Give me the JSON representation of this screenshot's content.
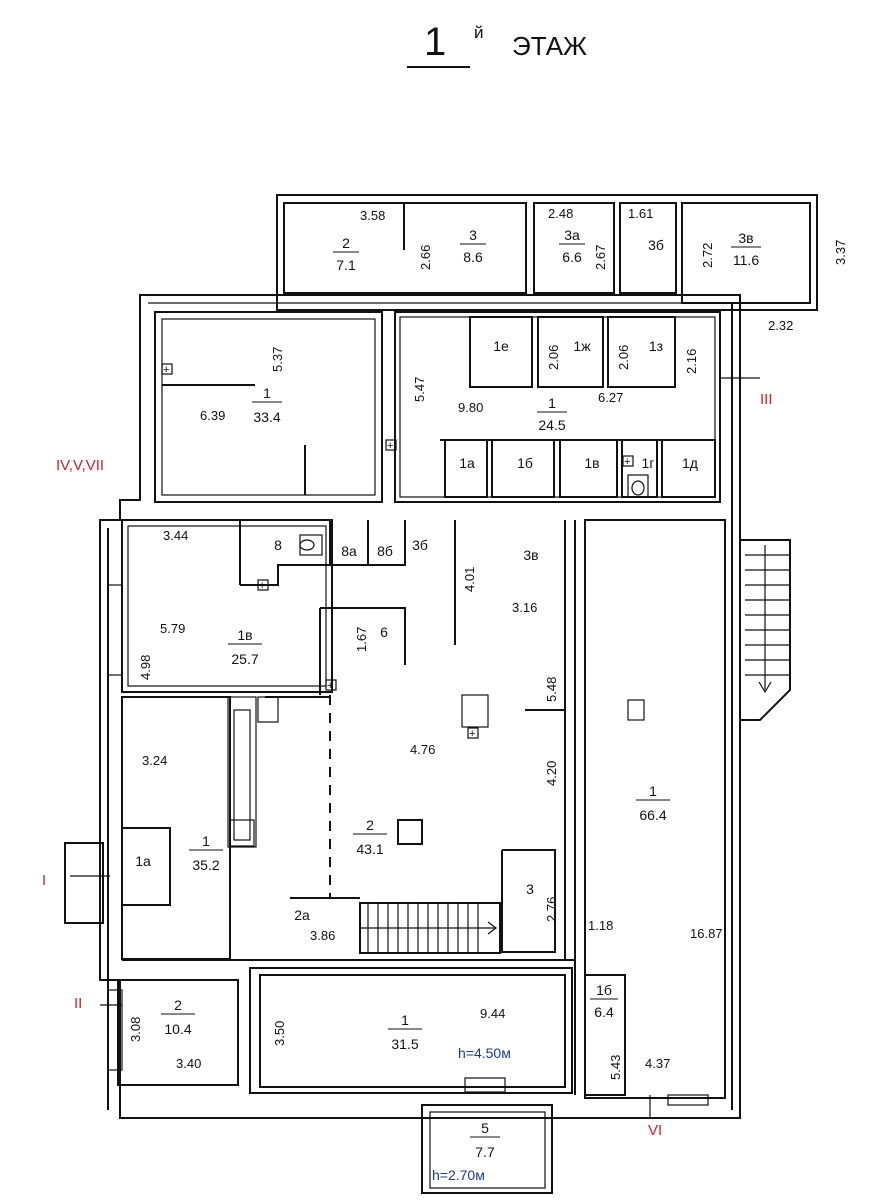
{
  "title": {
    "number": "1",
    "suffix": "й",
    "text": "ЭТАЖ"
  },
  "rooms": [
    {
      "id": "2",
      "area": "7.1"
    },
    {
      "id": "3",
      "area": "8.6"
    },
    {
      "id": "3а",
      "area": "6.6"
    },
    {
      "id": "3б",
      "area": ""
    },
    {
      "id": "3в",
      "area": "11.6"
    },
    {
      "id": "1",
      "area": "33.4"
    },
    {
      "id": "1е",
      "area": ""
    },
    {
      "id": "1ж",
      "area": ""
    },
    {
      "id": "1з",
      "area": ""
    },
    {
      "id": "1",
      "area": "24.5"
    },
    {
      "id": "1а",
      "area": ""
    },
    {
      "id": "1б",
      "area": ""
    },
    {
      "id": "1в",
      "area": ""
    },
    {
      "id": "1г",
      "area": ""
    },
    {
      "id": "1д",
      "area": ""
    },
    {
      "id": "8",
      "area": ""
    },
    {
      "id": "8а",
      "area": ""
    },
    {
      "id": "8б",
      "area": ""
    },
    {
      "id": "3б",
      "area": ""
    },
    {
      "id": "3в",
      "area": ""
    },
    {
      "id": "6",
      "area": ""
    },
    {
      "id": "1в",
      "area": "25.7"
    },
    {
      "id": "2",
      "area": "43.1"
    },
    {
      "id": "1",
      "area": "66.4"
    },
    {
      "id": "1а",
      "area": ""
    },
    {
      "id": "1",
      "area": "35.2"
    },
    {
      "id": "3",
      "area": ""
    },
    {
      "id": "2а",
      "area": ""
    },
    {
      "id": "2",
      "area": "10.4"
    },
    {
      "id": "1",
      "area": "31.5"
    },
    {
      "id": "1б",
      "area": "6.4"
    },
    {
      "id": "5",
      "area": "7.7"
    }
  ],
  "dimensions": [
    "3.58",
    "2.66",
    "2.48",
    "2.67",
    "1.61",
    "2.72",
    "3.37",
    "2.32",
    "5.37",
    "6.39",
    "5.47",
    "9.80",
    "2.06",
    "2.06",
    "6.27",
    "2.16",
    "3.44",
    "5.79",
    "4.98",
    "4.01",
    "3.16",
    "1.67",
    "5.48",
    "4.76",
    "4.20",
    "3.24",
    "2.76",
    "3.86",
    "1.18",
    "16.87",
    "3.08",
    "3.40",
    "3.50",
    "9.44",
    "5.43",
    "4.37"
  ],
  "sections": [
    "IV,V,VII",
    "III",
    "I",
    "II",
    "VI"
  ],
  "heights": [
    "h=4.50м",
    "h=2.70м"
  ],
  "icons": [
    "toilet-icon",
    "plus-marker-icon",
    "stairs-icon"
  ]
}
